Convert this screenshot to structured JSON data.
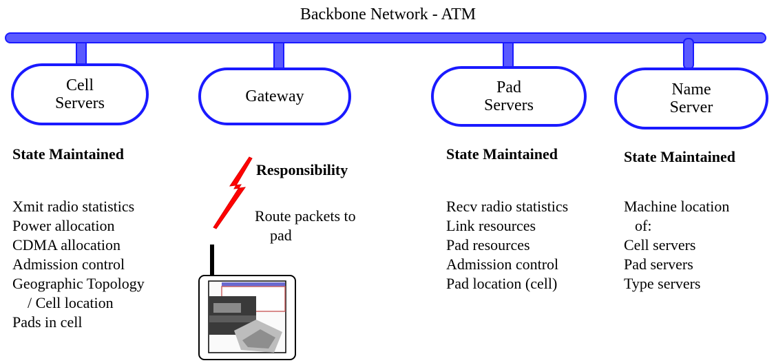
{
  "backbone": {
    "label": "Backbone Network - ATM",
    "color": "#5a5aff",
    "outline": "#1a1aff"
  },
  "nodes": {
    "cell_servers": [
      "Cell",
      "Servers"
    ],
    "gateway": [
      "Gateway"
    ],
    "pad_servers": [
      "Pad",
      "Servers"
    ],
    "name_server": [
      "Name",
      "Server"
    ]
  },
  "cell_servers_section": {
    "heading": "State Maintained",
    "items": [
      "Xmit radio statistics",
      "Power allocation",
      "CDMA allocation",
      "Admission control",
      "Geographic Topology",
      "/ Cell location",
      "Pads in cell"
    ]
  },
  "gateway_section": {
    "heading": "Responsibility",
    "items": [
      "Route packets to",
      "pad"
    ]
  },
  "pad_servers_section": {
    "heading": "State Maintained",
    "items": [
      "Recv radio statistics",
      "Link resources",
      "Pad resources",
      "Admission control",
      "Pad location (cell)"
    ]
  },
  "name_server_section": {
    "heading": "State Maintained",
    "items": [
      "Machine location",
      "of:",
      "Cell servers",
      "Pad servers",
      "Type servers"
    ]
  },
  "icons": {
    "lightning": "lightning-bolt-icon",
    "device": "pad-device-icon"
  },
  "colors": {
    "node_border": "#1a1aff",
    "lightning": "#ff0000"
  }
}
